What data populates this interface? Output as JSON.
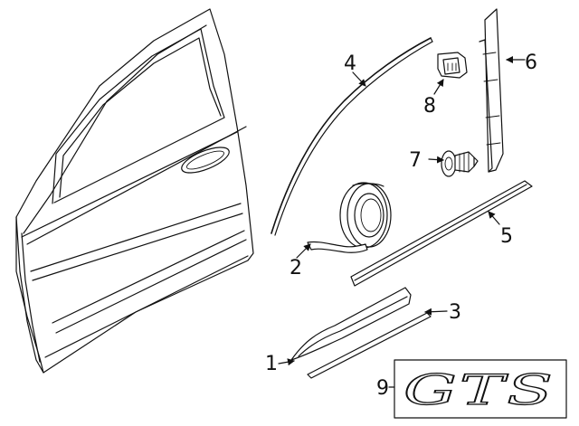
{
  "callouts": [
    {
      "number": "1"
    },
    {
      "number": "2"
    },
    {
      "number": "3"
    },
    {
      "number": "4"
    },
    {
      "number": "5"
    },
    {
      "number": "6"
    },
    {
      "number": "7"
    },
    {
      "number": "8"
    },
    {
      "number": "9"
    }
  ],
  "emblem": {
    "text": "GTS"
  }
}
